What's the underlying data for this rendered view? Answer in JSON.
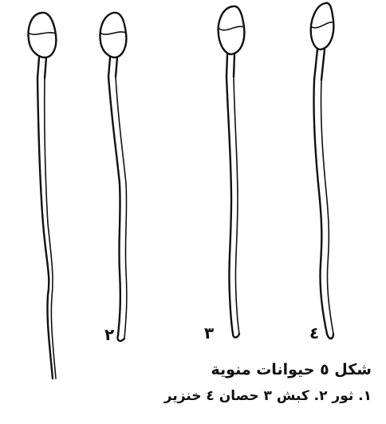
{
  "figure": {
    "numbers": [
      "٢",
      "٣",
      "٤"
    ],
    "caption_title": "شكل ٥ حيوانات منوية",
    "caption_legend": "١. ثور ٢. كبش ٣ حصان ٤ خنزير"
  }
}
